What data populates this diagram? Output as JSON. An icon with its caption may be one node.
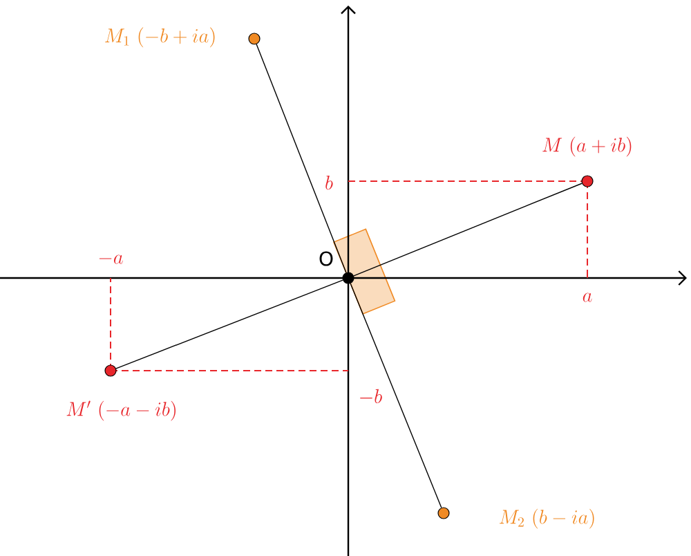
{
  "diagram": {
    "nodes": [
      {
        "text": [],
        "shape": "circle",
        "beside": [
          "M_1\\ (-b+ia)"
        ]
      },
      {
        "text": [],
        "shape": "circle",
        "beside": [
          "M\\ (a+ib)"
        ]
      },
      {
        "text": [],
        "shape": "circle",
        "beside": [
          "O"
        ]
      },
      {
        "text": [],
        "shape": "circle",
        "beside": [
          "M'\\ (-a-ib)"
        ]
      },
      {
        "text": [],
        "shape": "circle",
        "beside": [
          "M_2\\ (b-ia)"
        ]
      }
    ],
    "edges": [
      {
        "from": 2,
        "to": 0,
        "arrow": "none"
      },
      {
        "from": 2,
        "to": 1,
        "arrow": "none"
      },
      {
        "from": 2,
        "to": 3,
        "arrow": "none"
      },
      {
        "from": 2,
        "to": 4,
        "arrow": "none"
      }
    ],
    "labels": [
      "b",
      "-a",
      "a",
      "-b"
    ]
  }
}
